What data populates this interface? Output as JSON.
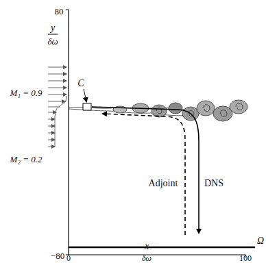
{
  "diagram": {
    "labels": [
      "80",
      "y",
      "δω",
      "M₁ = 0.9",
      "C",
      "M₂ = 0.2",
      "Adjoint",
      "DNS",
      "Ω",
      "−80",
      "0",
      "x",
      "δω",
      "100"
    ]
  }
}
